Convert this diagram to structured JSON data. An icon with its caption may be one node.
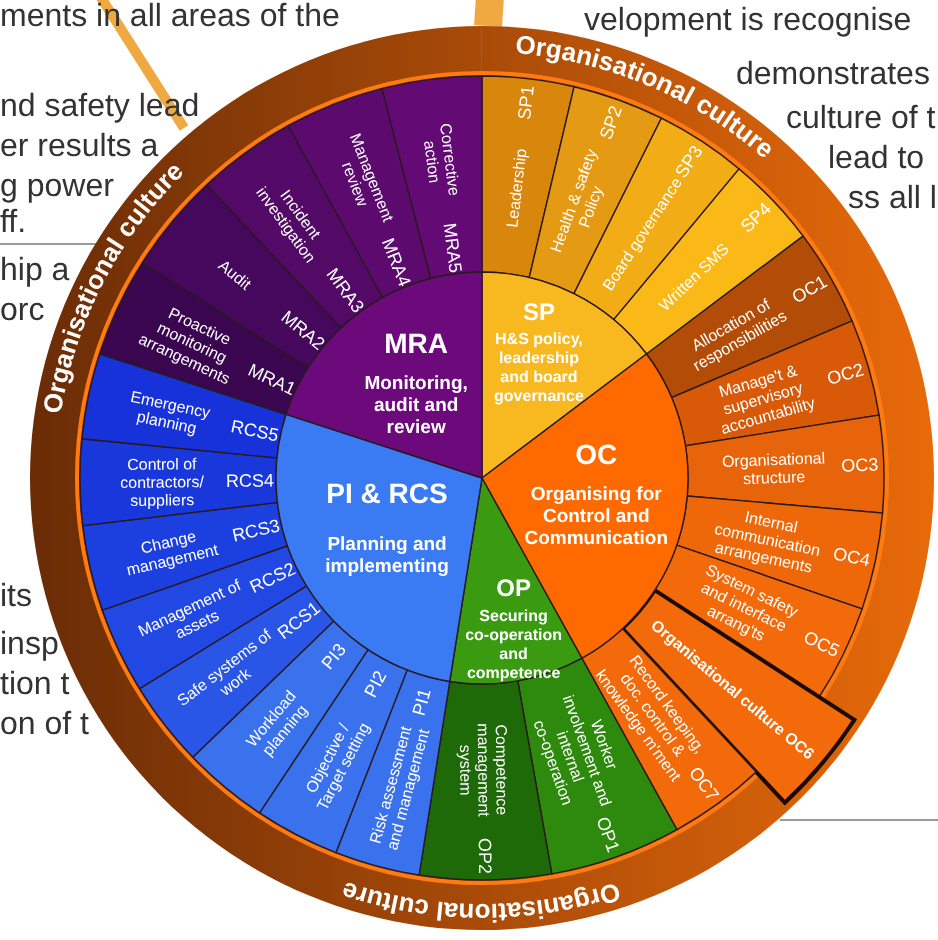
{
  "diagram": {
    "nodes": [
      {
        "text": [
          "SP",
          "H&S policy, leadership and board governance"
        ]
      },
      {
        "text": [
          "Leadership",
          "SP1"
        ]
      },
      {
        "text": [
          "Health & safety Policy",
          "SP2"
        ]
      },
      {
        "text": [
          "Board governance",
          "SP3"
        ]
      },
      {
        "text": [
          "Written SMS",
          "SP4"
        ]
      },
      {
        "text": [
          "OC",
          "Organising for Control and Communication"
        ]
      },
      {
        "text": [
          "Allocation of responsibilities",
          "OC1"
        ]
      },
      {
        "text": [
          "Manage't & supervisory accountability",
          "OC2"
        ]
      },
      {
        "text": [
          "Organisational structure",
          "OC3"
        ]
      },
      {
        "text": [
          "Internal communication arrangements",
          "OC4"
        ]
      },
      {
        "text": [
          "System safety and interface arrang'ts",
          "OC5"
        ]
      },
      {
        "text": [
          "Organisational culture OC6"
        ]
      },
      {
        "text": [
          "Record keeping, doc. control & knowledge m'ment",
          "OC7"
        ]
      },
      {
        "text": [
          "OP",
          "Securing co-operation and competence"
        ]
      },
      {
        "text": [
          "Worker involvement and internal co-operation",
          "OP1"
        ]
      },
      {
        "text": [
          "Competence management system",
          "OP2"
        ]
      },
      {
        "text": [
          "PI & RCS",
          "Planning and implementing"
        ]
      },
      {
        "text": [
          "Risk assessment and management",
          "PI1"
        ]
      },
      {
        "text": [
          "Objective / Target setting",
          "PI2"
        ]
      },
      {
        "text": [
          "Workload planning",
          "PI3"
        ]
      },
      {
        "text": [
          "Safe systems of work",
          "RCS1"
        ]
      },
      {
        "text": [
          "Management of assets",
          "RCS2"
        ]
      },
      {
        "text": [
          "Change management",
          "RCS3"
        ]
      },
      {
        "text": [
          "Control of contractors/ suppliers",
          "RCS4"
        ]
      },
      {
        "text": [
          "Emergency planning",
          "RCS5"
        ]
      },
      {
        "text": [
          "MRA",
          "Monitoring, audit and review"
        ]
      },
      {
        "text": [
          "Proactive monitoring arrangements",
          "MRA1"
        ]
      },
      {
        "text": [
          "Audit",
          "MRA2"
        ]
      },
      {
        "text": [
          "Incident investigation",
          "MRA3"
        ]
      },
      {
        "text": [
          "Management review",
          "MRA4"
        ]
      },
      {
        "text": [
          "Corrective action",
          "MRA5"
        ]
      }
    ],
    "labels": [
      "ments in all areas of the",
      "velopment is recognise",
      "demonstrates",
      "nd safety lead",
      "culture of t",
      "er results a",
      "lead to",
      "g power",
      "ss all l",
      "ff.",
      "hip a",
      "orc",
      "its",
      "insp",
      "tion t",
      "on of t",
      "Organisational culture",
      "Organisational culture",
      "Organisational culture"
    ]
  }
}
